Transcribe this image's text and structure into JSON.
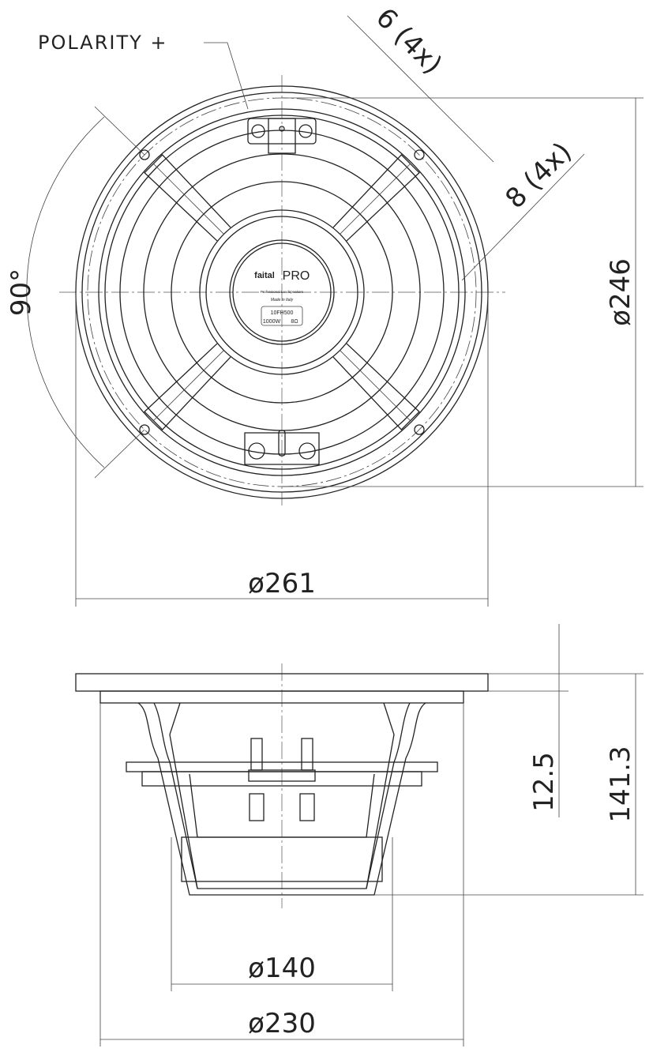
{
  "labels": {
    "polarity": "POLARITY +",
    "hole_small": "6 (4x)",
    "hole_large": "8 (4x)",
    "angle": "90°",
    "bolt_circle": "ø246",
    "outer_diameter": "ø261",
    "height_flange": "12.5",
    "height_total": "141.3",
    "magnet_diameter": "ø140",
    "basket_diameter": "ø230"
  },
  "dust_cap": {
    "brand_left": "faital",
    "brand_right": "PRO",
    "tagline": "Professional Loudspeakers",
    "origin": "Made in Italy",
    "model": "10FH500",
    "power": "1000W",
    "impedance": "8Ω"
  }
}
